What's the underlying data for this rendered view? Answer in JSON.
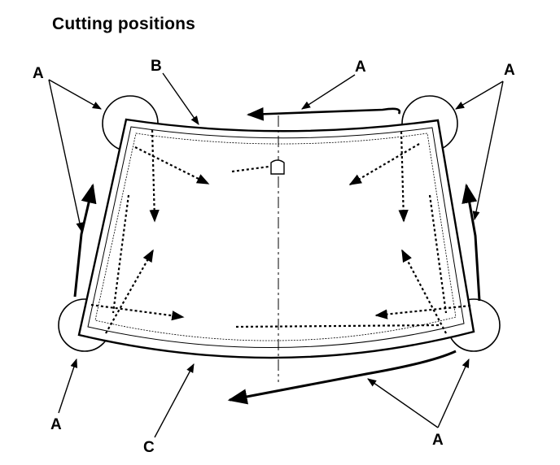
{
  "title": "Cutting positions",
  "labels": {
    "a": "A",
    "b": "B",
    "c": "C"
  },
  "colors": {
    "ink": "#000000",
    "background": "#ffffff"
  }
}
